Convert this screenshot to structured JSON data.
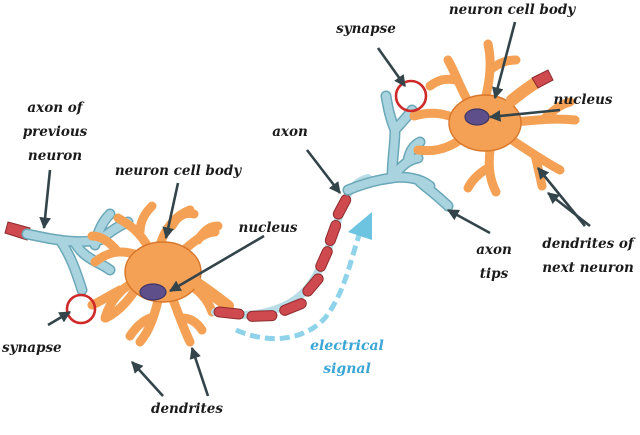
{
  "labels": {
    "axon_previous": [
      "axon of",
      "previous",
      "neuron"
    ],
    "cell_body_left": "neuron cell body",
    "nucleus_left": "nucleus",
    "synapse_left": "synapse",
    "dendrites": "dendrites",
    "axon": "axon",
    "synapse_top": "synapse",
    "cell_body_right": "neuron cell body",
    "nucleus_right": "nucleus",
    "axon_tips": [
      "axon",
      "tips"
    ],
    "dendrites_next": [
      "dendrites of",
      "next neuron"
    ],
    "electrical_signal": [
      "electrical",
      "signal"
    ]
  },
  "colors": {
    "cell_body": "#f4a155",
    "nucleus": "#5e4f8a",
    "axon_myelin": "#cf4a4f",
    "axon_terminals": "#a9d3de",
    "synapse_ring": "#cf2a2a",
    "signal_arrow": "#6cc4e0",
    "label_text": "#1b1b1b",
    "signal_text": "#3aa6d6"
  }
}
